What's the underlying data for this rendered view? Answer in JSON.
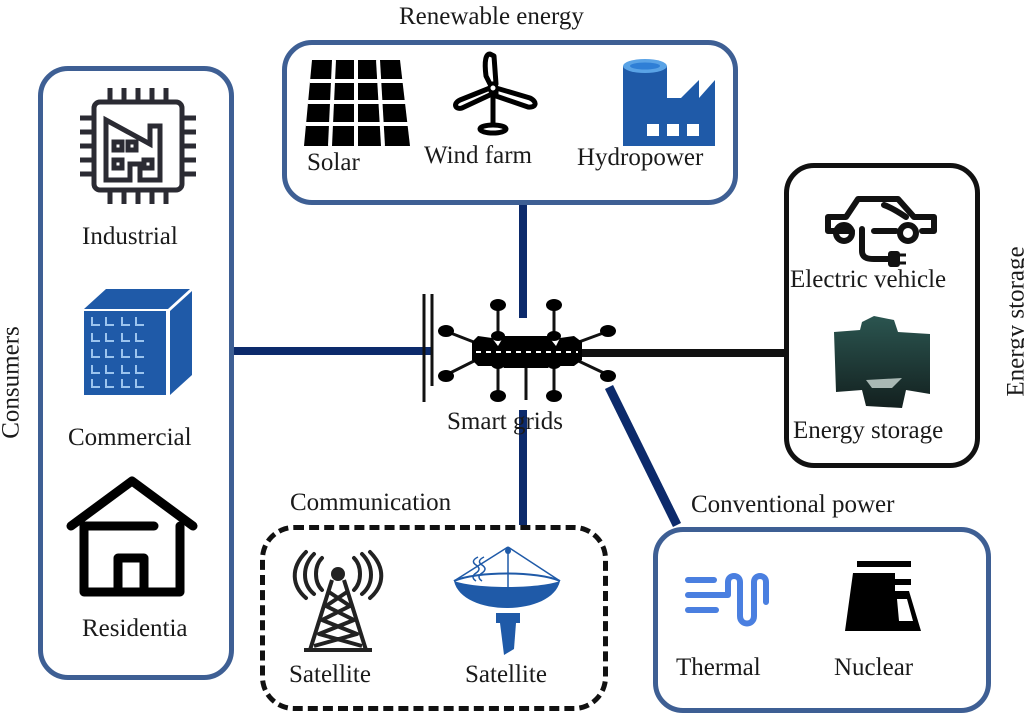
{
  "diagram": {
    "center": {
      "label": "Smart grids"
    },
    "groups": {
      "renewable": {
        "title": "Renewable energy",
        "items": [
          {
            "label": "Solar",
            "icon": "solar-panel-icon"
          },
          {
            "label": "Wind farm",
            "icon": "wind-turbine-icon"
          },
          {
            "label": "Hydropower",
            "icon": "hydropower-plant-icon"
          }
        ]
      },
      "consumers": {
        "title": "Consumers",
        "items": [
          {
            "label": "Industrial",
            "icon": "industrial-factory-chip-icon"
          },
          {
            "label": "Commercial",
            "icon": "commercial-building-icon"
          },
          {
            "label": "Residentia",
            "icon": "house-icon"
          }
        ]
      },
      "storage": {
        "title": "Energy storage",
        "items": [
          {
            "label": "Electric vehicle",
            "icon": "electric-car-icon"
          },
          {
            "label": "Energy storage",
            "icon": "energy-storage-icon"
          }
        ]
      },
      "communication": {
        "title": "Communication",
        "items": [
          {
            "label": "Satellite",
            "icon": "radio-tower-icon"
          },
          {
            "label": "Satellite",
            "icon": "satellite-dish-icon"
          }
        ]
      },
      "conventional": {
        "title": "Conventional power",
        "items": [
          {
            "label": "Thermal",
            "icon": "thermal-wave-icon"
          },
          {
            "label": "Nuclear",
            "icon": "nuclear-plant-icon"
          }
        ]
      }
    },
    "colors": {
      "box_border_blue": "#3e5f94",
      "connector_navy": "#0c2a6b",
      "icon_blue": "#1f5aa8",
      "thermal_blue": "#4a7fe0",
      "storage_teal": "#1f3b38"
    }
  }
}
